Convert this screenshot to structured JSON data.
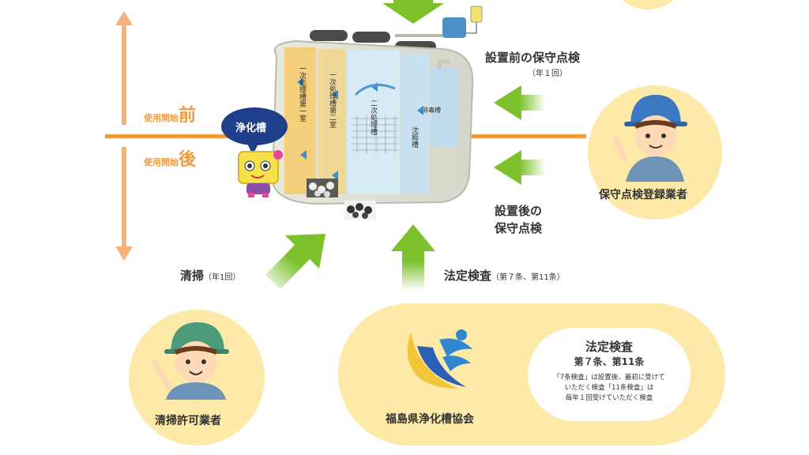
{
  "timeline": {
    "before_prefix": "使用開始",
    "before_char": "前",
    "after_prefix": "使用開始",
    "after_char": "後"
  },
  "tank": {
    "bubble": "浄化槽",
    "chamber_1": "一次処理槽第一室",
    "chamber_2": "一次処理槽第二室",
    "chamber_3": "二次処理槽",
    "chamber_4": "沈殿槽",
    "chamber_5": "消毒槽"
  },
  "maintenance_before": {
    "title": "設置前の保守点検",
    "note": "（年１回）"
  },
  "maintenance_after": {
    "line1": "設置後の",
    "line2": "保守点検"
  },
  "maintenance_company": {
    "label": "保守点検登録業者"
  },
  "cleaning": {
    "title": "清掃",
    "note": "（年1回）"
  },
  "cleaning_company": {
    "label": "清掃許可業者"
  },
  "inspection": {
    "title": "法定検査",
    "note": "（第７条、第11条）"
  },
  "association": {
    "label": "福島県浄化槽協会"
  },
  "inspection_box": {
    "title": "法定検査",
    "subtitle": "第７条、第11条",
    "line1": "「7条検査」は設置後、最初に受けて",
    "line2": "いただく検査「11条検査」は",
    "line3": "毎年１回受けていただく検査"
  },
  "colors": {
    "orange": "#f39a3d",
    "green": "#7cc02c",
    "cream": "#fde9a8"
  }
}
